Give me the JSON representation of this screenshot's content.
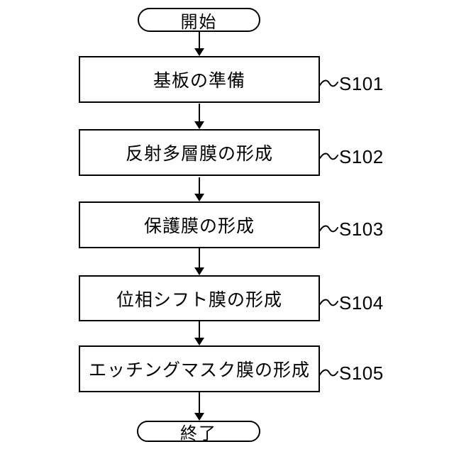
{
  "flowchart": {
    "start_label": "開始",
    "end_label": "終了",
    "steps": [
      {
        "label": "基板の準備",
        "id": "S101"
      },
      {
        "label": "反射多層膜の形成",
        "id": "S102"
      },
      {
        "label": "保護膜の形成",
        "id": "S103"
      },
      {
        "label": "位相シフト膜の形成",
        "id": "S104"
      },
      {
        "label": "エッチングマスク膜の形成",
        "id": "S105"
      }
    ],
    "colors": {
      "line": "#000000",
      "background": "#ffffff",
      "text": "#000000"
    }
  }
}
